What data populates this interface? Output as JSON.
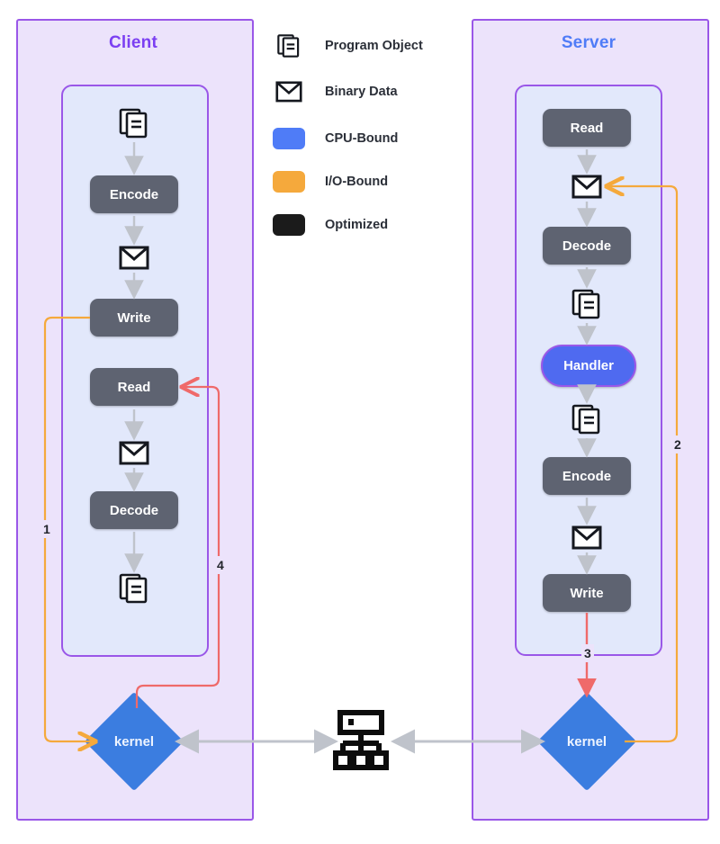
{
  "diagram": {
    "title_client": "Client",
    "title_server": "Server",
    "colors": {
      "group_fill": "#ece3fb",
      "group_border": "#9a57e8",
      "lane_fill": "#e2e8fb",
      "node_fill": "#5e6371",
      "cpu_bound": "#4f7cf7",
      "io_bound": "#f5a93c",
      "optimized": "#1b1b1b",
      "kernel_fill": "#3b7de0",
      "client_title": "#7b3ff2",
      "server_title": "#4f7cf7",
      "flow_arrow": "#b9bec9",
      "wire_red": "#ef6a6a",
      "wire_orange": "#f5a93c",
      "wire_gray": "#bfc3cb"
    }
  },
  "legend": {
    "items": [
      {
        "icon": "program-object-icon",
        "label": "Program Object",
        "kind": "icon"
      },
      {
        "icon": "binary-data-icon",
        "label": "Binary Data",
        "kind": "icon"
      },
      {
        "icon": "swatch-cpu-bound",
        "label": "CPU-Bound",
        "kind": "swatch",
        "color": "#4f7cf7"
      },
      {
        "icon": "swatch-io-bound",
        "label": "I/O-Bound",
        "kind": "swatch",
        "color": "#f5a93c"
      },
      {
        "icon": "swatch-optimized",
        "label": "Optimized",
        "kind": "swatch",
        "color": "#1b1b1b"
      }
    ]
  },
  "client": {
    "title": "Client",
    "steps": [
      {
        "type": "program-object",
        "label": ""
      },
      {
        "type": "process",
        "label": "Encode"
      },
      {
        "type": "binary-data",
        "label": ""
      },
      {
        "type": "process",
        "label": "Write"
      },
      {
        "type": "process",
        "label": "Read"
      },
      {
        "type": "binary-data",
        "label": ""
      },
      {
        "type": "process",
        "label": "Decode"
      },
      {
        "type": "program-object",
        "label": ""
      }
    ],
    "kernel": "kernel"
  },
  "server": {
    "title": "Server",
    "steps": [
      {
        "type": "process",
        "label": "Read"
      },
      {
        "type": "binary-data",
        "label": ""
      },
      {
        "type": "process",
        "label": "Decode"
      },
      {
        "type": "program-object",
        "label": ""
      },
      {
        "type": "handler",
        "label": "Handler"
      },
      {
        "type": "program-object",
        "label": ""
      },
      {
        "type": "process",
        "label": "Encode"
      },
      {
        "type": "binary-data",
        "label": ""
      },
      {
        "type": "process",
        "label": "Write"
      }
    ],
    "kernel": "kernel"
  },
  "network": {
    "icon": "network-hub-icon"
  },
  "sequence_labels": {
    "one": "1",
    "two": "2",
    "three": "3",
    "four": "4"
  }
}
